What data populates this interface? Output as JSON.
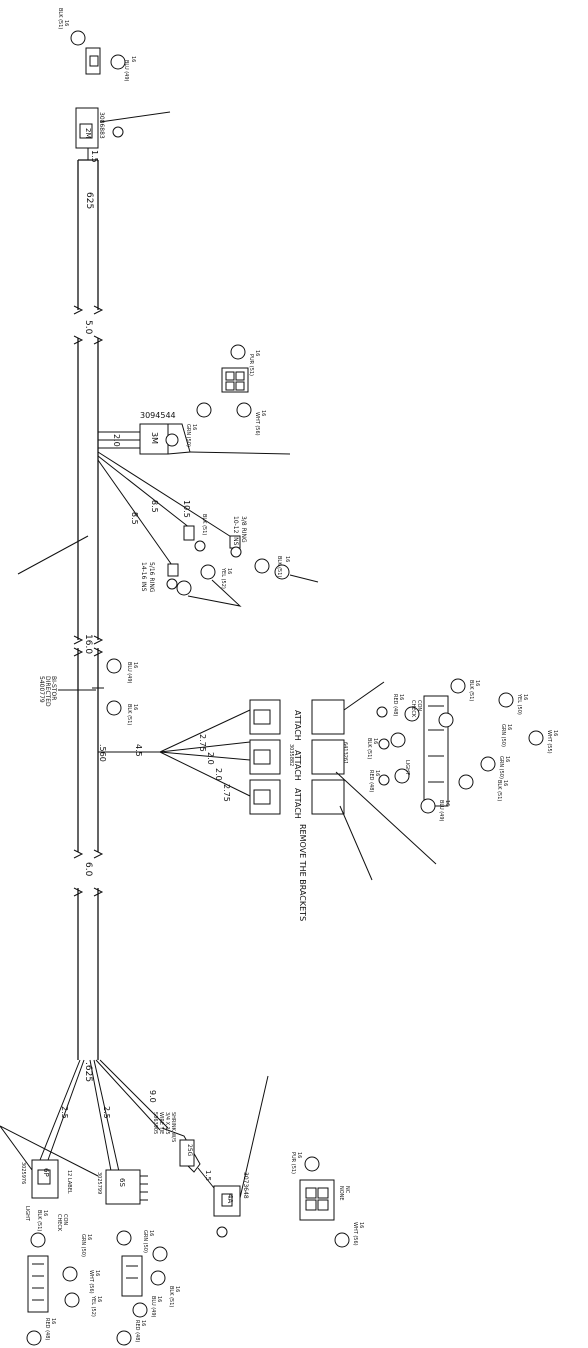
{
  "trunk_dimensions": [
    "625",
    "5.0",
    "16.0",
    "6.0",
    ".625"
  ],
  "top_connector": {
    "part_number": "3086883",
    "code": "2M",
    "length": "1.5",
    "pin1": {
      "gauge": "16",
      "color": "BLK (51)"
    },
    "pin2": {
      "gauge": "16",
      "color": "BLU (49)"
    }
  },
  "lamp_connector": {
    "part_number": "3094544",
    "code": "3M",
    "length": "2.0",
    "pin1": {
      "gauge": "16",
      "color": "PUR (51)"
    },
    "pin2": {
      "gauge": "16",
      "color": "WHT (56)"
    },
    "pin3": {
      "gauge": "16",
      "color": "GRN (50)"
    }
  },
  "ring_terminals": {
    "ring_a": {
      "size": "3/8 RING",
      "wire": "10-12 INS",
      "length": "10.5",
      "gauge": "16",
      "color": "BLK (51)"
    },
    "ring_b": {
      "size": "5/16 RING",
      "wire": "14-16 INS",
      "length": "8.5",
      "gauge": "16",
      "color": "YEL (52)"
    },
    "splice_length": "8.5",
    "splice_color": "BLK (51)"
  },
  "blower_tie": {
    "label": "BI-STOR",
    "sub": "DIRECTED",
    "part_number": "5400779",
    "pin_left": {
      "gauge": "16",
      "color": "BLU (49)"
    },
    "pin_right": {
      "gauge": "16",
      "color": "BLK (51)"
    }
  },
  "connector_group": {
    "offset": ".560",
    "length": "4.5",
    "branch_lengths": [
      "2.75",
      "2.0",
      "2.0",
      "2.75"
    ],
    "mid_part": "3035882",
    "attach_labels": [
      "ATTACH",
      "ATTACH",
      "ATTACH"
    ],
    "bracket_part": "6413261",
    "remove_note": "REMOVE THE BRACKETS",
    "pins": [
      {
        "gauge": "16",
        "color": "BLK (51)"
      },
      {
        "gauge": "16",
        "color": "YEL (50)"
      },
      {
        "gauge": "16",
        "color": "RED (48)"
      },
      {
        "gauge": "16",
        "color": "GRN (50)"
      },
      {
        "gauge": "16",
        "color": "BLK (51)"
      },
      {
        "gauge": "16",
        "color": "WHT (55)"
      },
      {
        "gauge": "16",
        "color": "GRN (50)"
      },
      {
        "gauge": "16",
        "color": "BLK (51)"
      },
      {
        "gauge": "16",
        "color": "BLU (49)"
      },
      {
        "gauge": "16",
        "color": "RED (48)"
      }
    ],
    "labels": {
      "con": "CON",
      "check": "CHECK",
      "light": "LIGHT"
    }
  },
  "bottom_branches": {
    "left_length": "2.5",
    "mid_length": "2.5",
    "right_length": "9.0",
    "left_part": "3025976",
    "left_code": "6P",
    "left_label": "12 LABEL",
    "mid_part": "3025799",
    "mid_code": "6S",
    "right_part": "3073648",
    "right_code": "4A",
    "right_short": "1.5",
    "right_tube": "25G",
    "shrink_note": "SHRINK W/S",
    "shrink_sub": "3/4 X 1.5",
    "shrink_wire": "WIRE TIE",
    "shrink_part": "5063905"
  },
  "bottom_pins": [
    {
      "gauge": "16",
      "color": "RED (48)"
    },
    {
      "gauge": "16",
      "color": "BLK (51)"
    },
    {
      "gauge": "16",
      "color": "GRN (50)"
    },
    {
      "gauge": "16",
      "color": "WHT (56)"
    },
    {
      "gauge": "16",
      "color": "YEL (52)"
    },
    {
      "gauge": "16",
      "color": "BLK (51)"
    },
    {
      "gauge": "16",
      "color": "PUR (51)"
    },
    {
      "gauge": "16",
      "color": "GRN (50)"
    },
    {
      "gauge": "16",
      "color": "WHT (56)"
    },
    {
      "gauge": "16",
      "color": "BLU (49)"
    },
    {
      "gauge": "16",
      "color": "RED (48)"
    }
  ],
  "bottom_labels": {
    "con": "CON",
    "check": "CHECK",
    "light": "LIGHT",
    "nc": "NC",
    "none": "NONE"
  }
}
